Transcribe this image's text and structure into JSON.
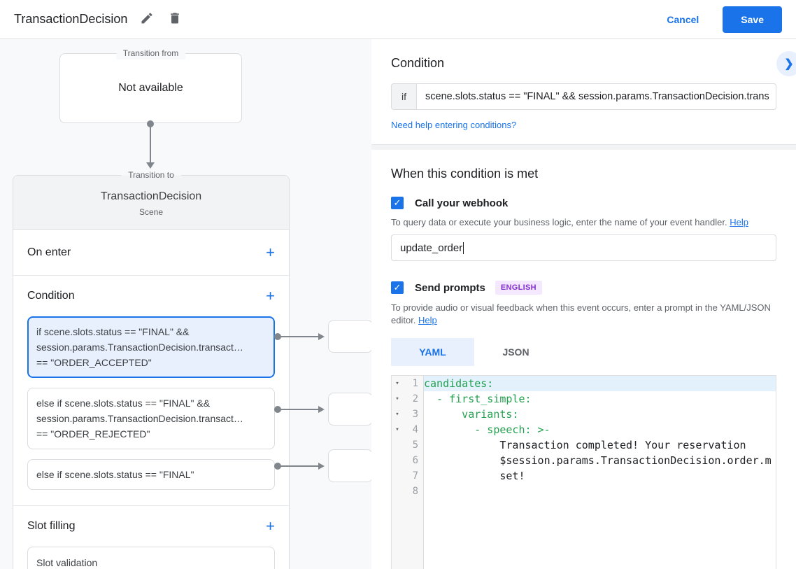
{
  "colors": {
    "accent_blue": "#1a73e8",
    "selected_card_bg": "#e8f0fe",
    "code_key_green": "#22a14f",
    "active_line_bg": "#e3f1fd",
    "badge_purple": "#8430ce",
    "badge_bg": "#f3e8fd",
    "page_bg": "#f8f9fa"
  },
  "header": {
    "title": "TransactionDecision",
    "cancel_label": "Cancel",
    "save_label": "Save"
  },
  "diagram": {
    "transition_from": {
      "label": "Transition from",
      "value": "Not available"
    },
    "transition_to": {
      "label": "Transition to",
      "title": "TransactionDecision",
      "subtitle": "Scene"
    },
    "on_enter": {
      "title": "On enter",
      "add_label": "+"
    },
    "condition": {
      "title": "Condition",
      "add_label": "+",
      "cards": [
        {
          "selected": true,
          "lines": [
            "if scene.slots.status == \"FINAL\" &&",
            "session.params.TransactionDecision.transact…",
            "== \"ORDER_ACCEPTED\""
          ]
        },
        {
          "selected": false,
          "lines": [
            "else if scene.slots.status == \"FINAL\" &&",
            "session.params.TransactionDecision.transact…",
            "== \"ORDER_REJECTED\""
          ]
        },
        {
          "selected": false,
          "lines": [
            "else if scene.slots.status == \"FINAL\""
          ]
        }
      ]
    },
    "slot_filling": {
      "title": "Slot filling",
      "add_label": "+",
      "card_label": "Slot validation"
    }
  },
  "panel": {
    "condition": {
      "title": "Condition",
      "expand_icon": "❯",
      "if_label": "if",
      "expression": "scene.slots.status == \"FINAL\" && session.params.TransactionDecision.trans",
      "help_link": "Need help entering conditions?"
    },
    "when_met": {
      "title": "When this condition is met",
      "webhook": {
        "label": "Call your webhook",
        "checked": true,
        "check_glyph": "✓",
        "help_text": "To query data or execute your business logic, enter the name of your event handler.",
        "help_link": "Help",
        "value": "update_order"
      },
      "prompts": {
        "label": "Send prompts",
        "checked": true,
        "check_glyph": "✓",
        "badge": "ENGLISH",
        "help_text": "To provide audio or visual feedback when this event occurs, enter a prompt in the YAML/JSON editor.",
        "help_link": "Help",
        "tabs": [
          {
            "label": "YAML"
          },
          {
            "label": "JSON"
          }
        ],
        "active_tab": "YAML",
        "editor": {
          "fold_glyph": "▾",
          "lines": [
            {
              "n": 1,
              "text": "candidates:"
            },
            {
              "n": 2,
              "text": "  - first_simple:"
            },
            {
              "n": 3,
              "text": "      variants:"
            },
            {
              "n": 4,
              "text": "        - speech: >-"
            },
            {
              "n": 5,
              "text": "            Transaction completed! Your reservation"
            },
            {
              "n": 6,
              "text": "            $session.params.TransactionDecision.order.m"
            },
            {
              "n": 7,
              "text": "            set!"
            },
            {
              "n": 8,
              "text": ""
            }
          ]
        }
      }
    }
  }
}
